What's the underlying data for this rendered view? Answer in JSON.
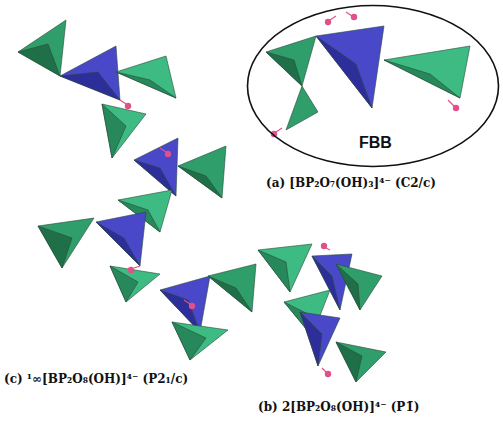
{
  "diagram": {
    "nodes": [
      {
        "text": [
          "FBB"
        ]
      }
    ],
    "labels": [
      "(a) [BP₂O₇(OH)₃]⁴⁻ (C2/c)",
      "(b) 2[BP₂O₈(OH)]⁴⁻ (P1̄)",
      "(c) ¹∞[BP₂O₈(OH)]⁴⁻ (P2₁/c)"
    ]
  }
}
